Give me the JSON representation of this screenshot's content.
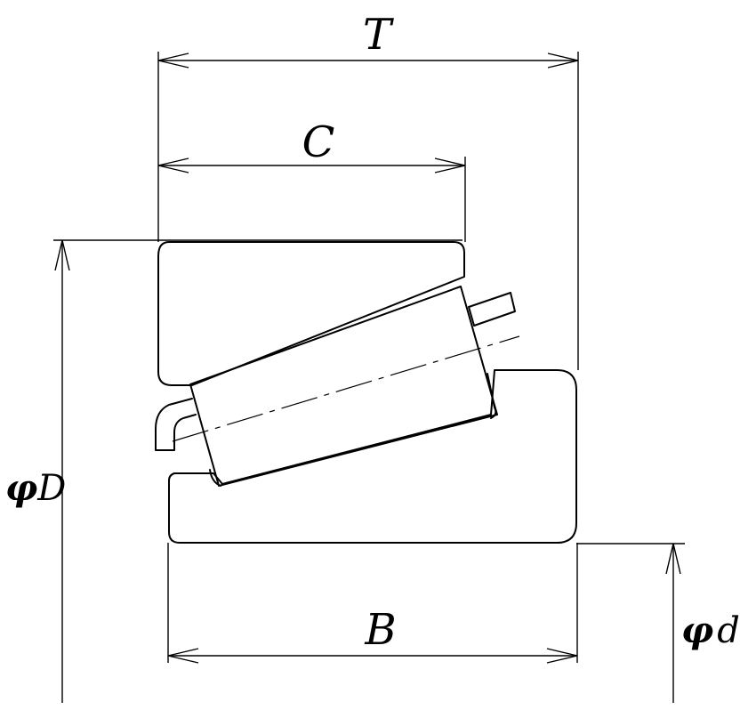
{
  "diagram": {
    "labels": {
      "T": "T",
      "C": "C",
      "B": "B",
      "phi_symbol": "φ",
      "D": "D",
      "d": "d"
    },
    "colors": {
      "line": "#000000",
      "background": "#ffffff"
    }
  }
}
